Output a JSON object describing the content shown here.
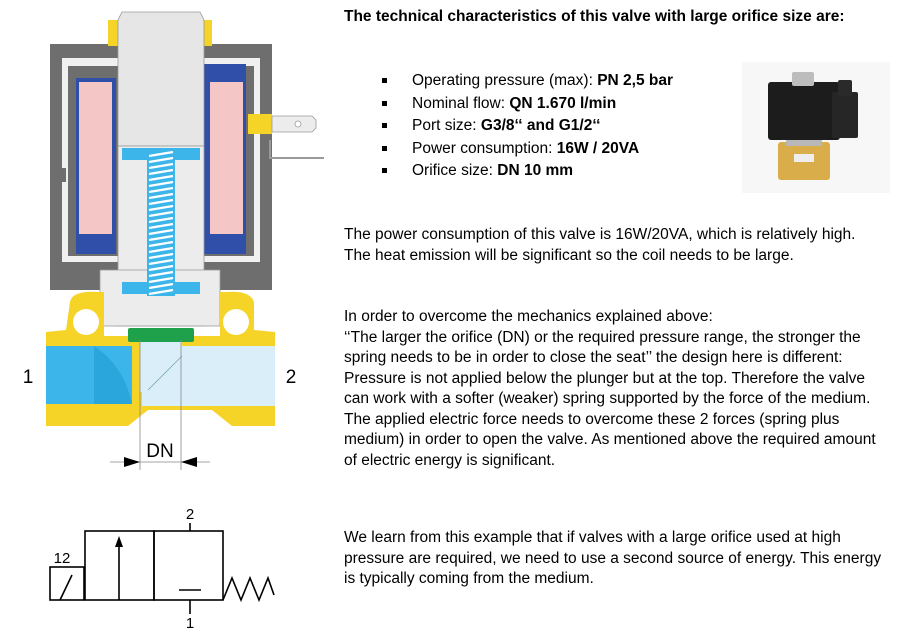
{
  "heading": "The technical characteristics of this valve with large orifice size are:",
  "specs": [
    {
      "label": "Operating pressure (max): ",
      "value": "PN 2,5 bar"
    },
    {
      "label": "Nominal flow: ",
      "value": "QN 1.670 l/min"
    },
    {
      "label": "Port size: ",
      "value": "G3/8‘‘ and G1/2‘‘"
    },
    {
      "label": "Power consumption: ",
      "value": "16W / 20VA"
    },
    {
      "label": "Orifice size: ",
      "value": "DN 10 mm"
    }
  ],
  "paragraphs": {
    "power": "The power consumption of this valve is 16W/20VA, which is relatively high. The heat emission will be significant so the coil needs to be large.",
    "mechanics_intro": "In order to overcome the mechanics explained above:",
    "mechanics_quote": "‘‘The larger the orifice (DN) or the required pressure range, the stronger the spring needs to be in order to close the seat’’ the design here is different:",
    "mechanics_body": "Pressure is not applied below the plunger but at the top. Therefore the valve can work with a softer (weaker) spring supported by the force of the medium. The applied electric force needs to overcome these 2 forces (spring plus medium) in order to open the valve. As mentioned above the required amount of electric energy is significant.",
    "conclusion": "We learn from this example that if valves with a large orifice used at high pressure are required, we need to use a second source of energy. This energy is typically coming from the medium."
  },
  "diagram": {
    "port_in_label": "1",
    "port_out_label": "2",
    "orifice_label": "DN",
    "colors": {
      "housing": "#6e6e6e",
      "body_brass": "#f5d327",
      "coil": "#f4c6c6",
      "bobbin": "#2f4fa8",
      "medium": "#3bb5ea",
      "medium_light": "#d9eef8",
      "seal": "#1fa04a",
      "core": "#e6e6e6"
    }
  },
  "symbol": {
    "port_top": "2",
    "port_bottom": "1",
    "actuator_label": "12"
  },
  "photo": {
    "alt": "Solenoid valve product photo"
  }
}
